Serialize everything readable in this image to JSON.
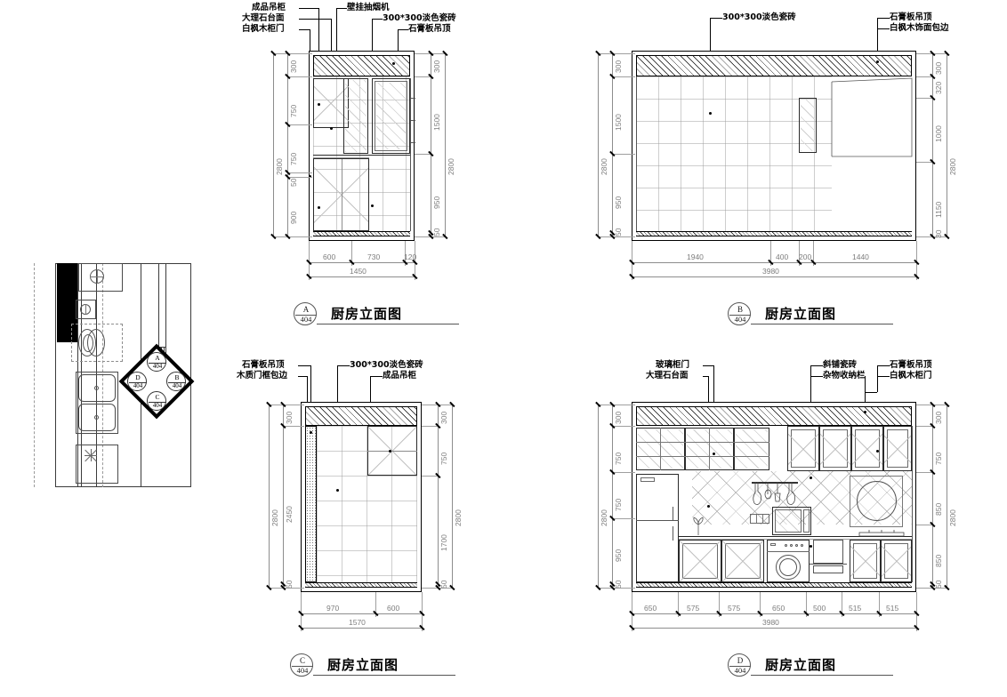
{
  "sheet": {
    "drawing_type": "kitchen elevations",
    "sheet_number": "404"
  },
  "floor_plan": {
    "name": "kitchen-floor-plan",
    "view_marker": {
      "directions": [
        "A",
        "B",
        "C",
        "D"
      ],
      "sheet_ref": "404"
    }
  },
  "panels": [
    {
      "id": "A",
      "mark": "A",
      "sheet_ref": "404",
      "title": "厨房立面图",
      "labels_left": [
        "成品吊柜",
        "大理石台面",
        "白枫木柜门"
      ],
      "labels_right": [
        "壁挂抽烟机",
        "300*300淡色瓷砖",
        "石膏板吊顶"
      ],
      "dims_left_chain": [
        "300",
        "750",
        "750",
        "50",
        "900"
      ],
      "dims_left_total": "2800",
      "dims_right_chain": [
        "300",
        "1500",
        "950",
        "50"
      ],
      "dims_right_total": "2800",
      "dims_bottom_chain": [
        "600",
        "730",
        "120"
      ],
      "dims_bottom_total": "1450"
    },
    {
      "id": "B",
      "mark": "B",
      "sheet_ref": "404",
      "title": "厨房立面图",
      "labels_left": [
        "300*300淡色瓷砖"
      ],
      "labels_right": [
        "石膏板吊顶",
        "白枫木饰面包边"
      ],
      "dims_left_chain": [
        "300",
        "1500",
        "950",
        "50"
      ],
      "dims_left_total": "2800",
      "dims_right_chain": [
        "300",
        "320",
        "1000",
        "1150",
        "30"
      ],
      "dims_right_total": "2800",
      "dims_bottom_chain": [
        "1940",
        "400",
        "200",
        "1440"
      ],
      "dims_bottom_total": "3980"
    },
    {
      "id": "C",
      "mark": "C",
      "sheet_ref": "404",
      "title": "厨房立面图",
      "labels_left": [
        "石膏板吊顶",
        "木质门框包边"
      ],
      "labels_right": [
        "300*300淡色瓷砖",
        "成品吊柜"
      ],
      "dims_left_chain": [
        "300",
        "2450",
        "50"
      ],
      "dims_left_total": "2800",
      "dims_right_chain": [
        "300",
        "750",
        "1700",
        "50"
      ],
      "dims_right_total": "2800",
      "dims_bottom_chain": [
        "970",
        "600"
      ],
      "dims_bottom_total": "1570"
    },
    {
      "id": "D",
      "mark": "D",
      "sheet_ref": "404",
      "title": "厨房立面图",
      "labels_left": [
        "玻璃柜门",
        "大理石台面"
      ],
      "labels_mid": [
        "斜铺瓷砖",
        "杂物收纳栏"
      ],
      "labels_right": [
        "石膏板吊顶",
        "白枫木柜门"
      ],
      "dims_left_chain": [
        "300",
        "750",
        "750",
        "950",
        "50"
      ],
      "dims_left_total": "2800",
      "dims_right_chain": [
        "300",
        "750",
        "850",
        "850",
        "50"
      ],
      "dims_right_total": "2800",
      "dims_bottom_chain": [
        "650",
        "575",
        "575",
        "650",
        "500",
        "515",
        "515"
      ],
      "dims_bottom_total": "3980"
    }
  ],
  "colors": {
    "ink": "#000000",
    "dim_text": "#7d7d7d",
    "light_line": "#9d9d9d",
    "paper": "#ffffff"
  }
}
